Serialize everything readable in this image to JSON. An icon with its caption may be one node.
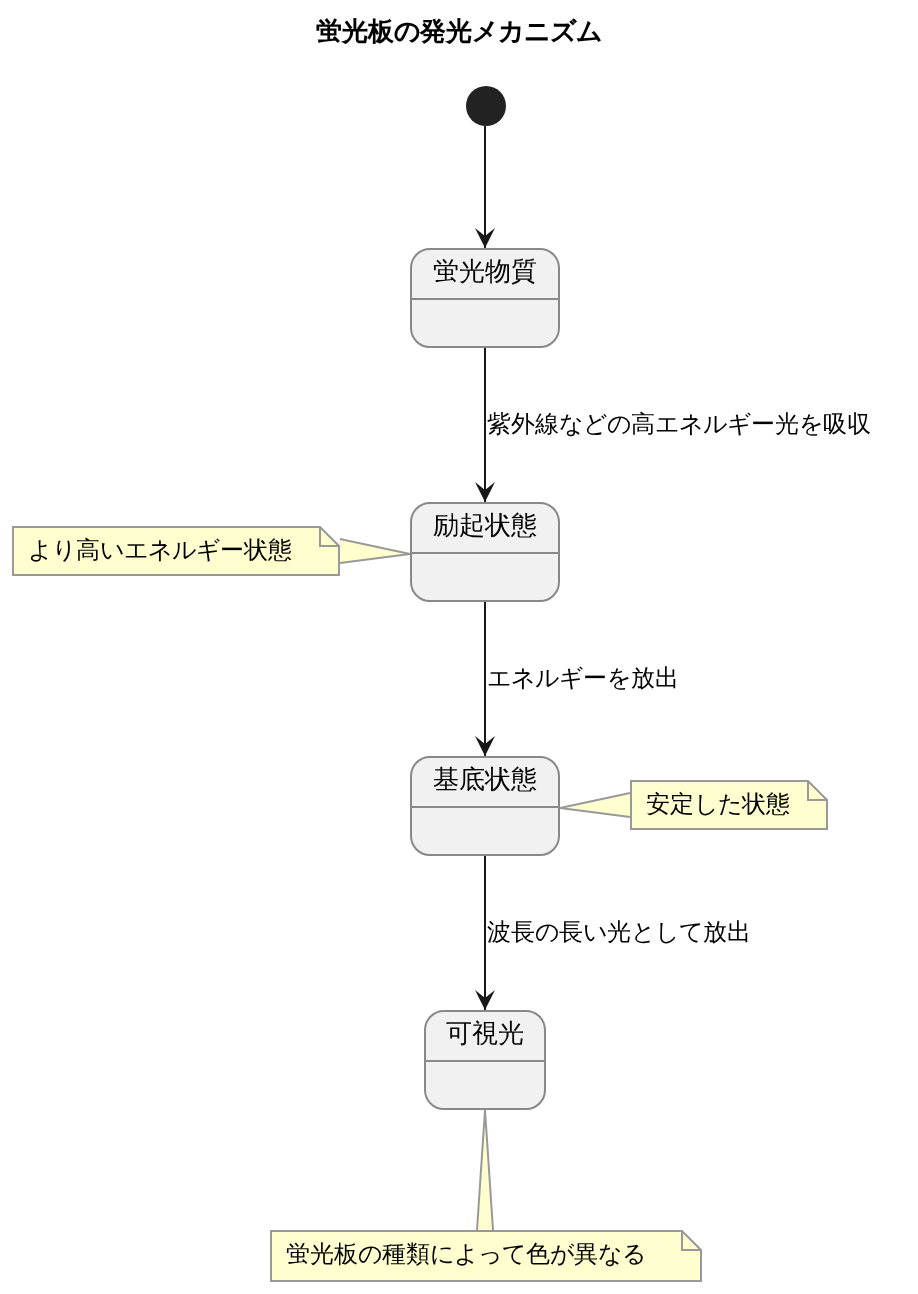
{
  "diagram": {
    "title": "蛍光板の発光メカニズム",
    "nodes": [
      {
        "text": [],
        "shape": "circle"
      },
      {
        "text": [
          "蛍光物質"
        ]
      },
      {
        "text": [
          "励起状態"
        ]
      },
      {
        "text": [
          "基底状態"
        ]
      },
      {
        "text": [
          "可視光"
        ]
      },
      {
        "text": [
          "より高いエネルギー状態"
        ]
      },
      {
        "text": [
          "安定した状態"
        ]
      },
      {
        "text": [
          "蛍光板の種類によって色が異なる"
        ]
      }
    ],
    "edges": [
      {
        "from": 0,
        "to": 1,
        "arrow": "to"
      },
      {
        "from": 1,
        "to": 2,
        "arrow": "to",
        "label": "紫外線などの高エネルギー光を吸収"
      },
      {
        "from": 2,
        "to": 3,
        "arrow": "to",
        "label": "エネルギーを放出"
      },
      {
        "from": 3,
        "to": 4,
        "arrow": "to",
        "label": "波長の長い光として放出"
      },
      {
        "from": 5,
        "to": 2,
        "arrow": "none",
        "color": "#999999"
      },
      {
        "from": 6,
        "to": 3,
        "arrow": "none",
        "color": "#999999"
      },
      {
        "from": 7,
        "to": 4,
        "arrow": "none",
        "color": "#999999"
      }
    ]
  }
}
